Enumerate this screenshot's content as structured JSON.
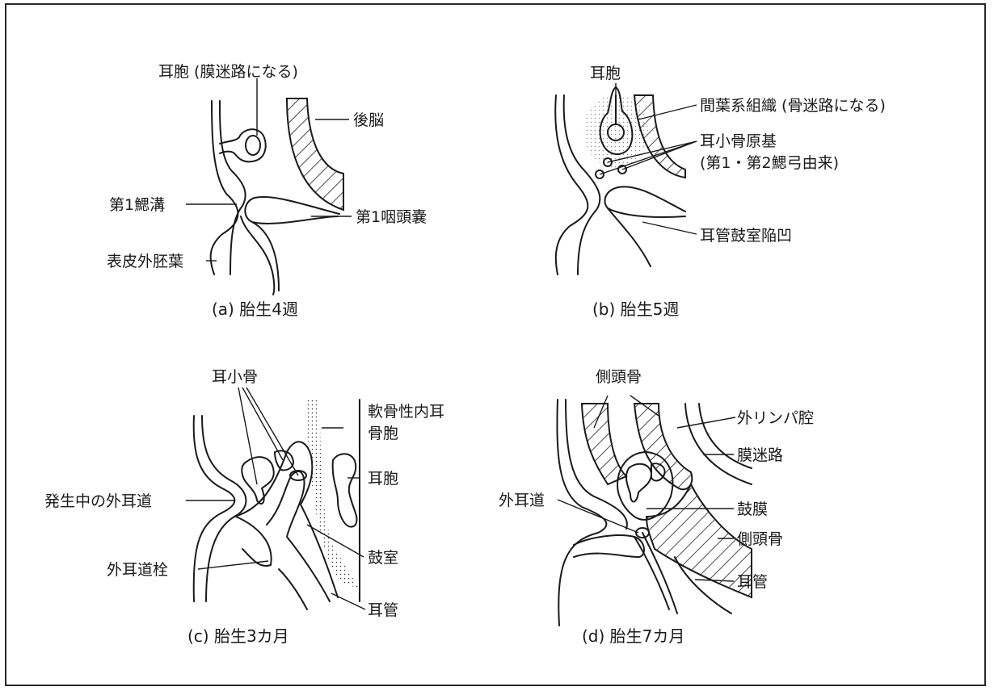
{
  "panels": {
    "a": {
      "caption": "(a) 胎生4週",
      "labels": {
        "otocyst": "耳胞 (膜迷路になる)",
        "hindbrain": "後脳",
        "groove": "第1鰓溝",
        "pouch": "第1咽頭嚢",
        "ectoderm": "表皮外胚葉"
      }
    },
    "b": {
      "caption": "(b) 胎生5週",
      "labels": {
        "otocyst": "耳胞",
        "mesenchyme": "間葉系組織 (骨迷路になる)",
        "ossicle_primordium": "耳小骨原基",
        "arch_origin": "(第1・第2鰓弓由来)",
        "tubotympanic": "耳管鼓室陥凹"
      }
    },
    "c": {
      "caption": "(c) 胎生3カ月",
      "labels": {
        "ossicles": "耳小骨",
        "cartilage_1": "軟骨性内耳",
        "cartilage_2": "骨胞",
        "otocyst": "耳胞",
        "developing_canal": "発生中の外耳道",
        "meatal_plug": "外耳道栓",
        "tympanic_cavity": "鼓室",
        "eustachian": "耳管"
      }
    },
    "d": {
      "caption": "(d) 胎生7カ月",
      "labels": {
        "temporal_top": "側頭骨",
        "perilymph": "外リンパ腔",
        "membranous": "膜迷路",
        "ext_canal": "外耳道",
        "eardrum": "鼓膜",
        "temporal_bottom": "側頭骨",
        "eustachian": "耳管"
      }
    }
  }
}
